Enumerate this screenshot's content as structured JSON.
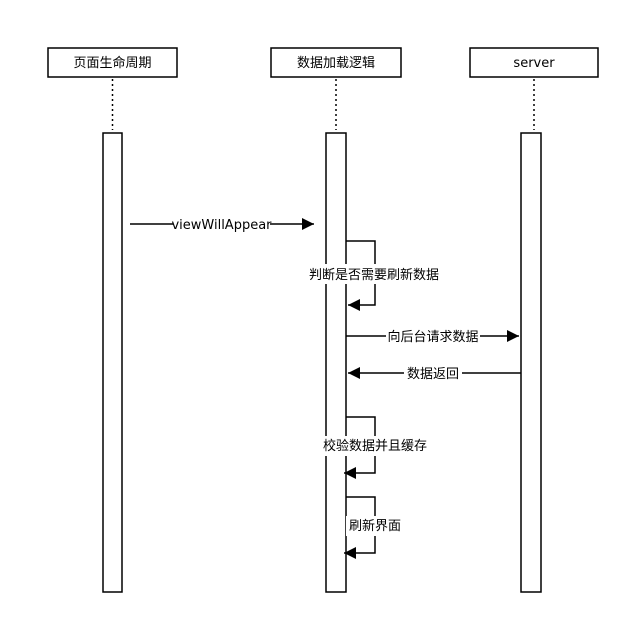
{
  "participants": [
    {
      "label": "页面生命周期"
    },
    {
      "label": "数据加载逻辑"
    },
    {
      "label": "server"
    }
  ],
  "messages": [
    {
      "label": "viewWillAppear"
    },
    {
      "label": "判断是否需要刷新数据"
    },
    {
      "label": "向后台请求数据"
    },
    {
      "label": "数据返回"
    },
    {
      "label": "校验数据并且缓存"
    },
    {
      "label": "刷新界面"
    }
  ]
}
